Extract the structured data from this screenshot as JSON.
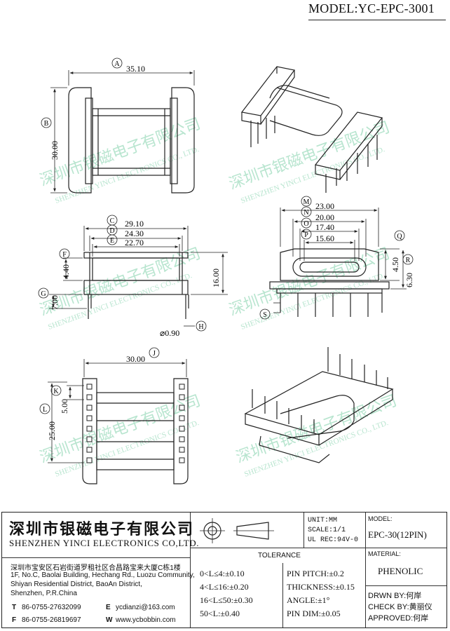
{
  "model_header": "MODEL:YC-EPC-3001",
  "watermark": {
    "cn": "深圳市银磁电子有限公司",
    "en": "SHENZHEN YINCI ELECTRONICS CO., LTD."
  },
  "dimensions": {
    "A": {
      "tag": "A",
      "value": "35.10"
    },
    "B": {
      "tag": "B",
      "value": "30.00"
    },
    "C": {
      "tag": "C",
      "value": "29.10"
    },
    "D": {
      "tag": "D",
      "value": "24.30"
    },
    "E": {
      "tag": "E",
      "value": "22.70"
    },
    "F": {
      "tag": "F",
      "value": "4.40"
    },
    "G": {
      "tag": "G",
      "value": "7.00"
    },
    "H": {
      "tag": "H",
      "value": "⌀0.90"
    },
    "J": {
      "tag": "J",
      "value": "30.00"
    },
    "K": {
      "tag": "K",
      "value": "5.00"
    },
    "L": {
      "tag": "L",
      "value": "25.00"
    },
    "M": {
      "tag": "M",
      "value": "23.00"
    },
    "N": {
      "tag": "N",
      "value": "20.00"
    },
    "O": {
      "tag": "O",
      "value": "17.40"
    },
    "P": {
      "tag": "P",
      "value": "15.60"
    },
    "Q": {
      "tag": "Q",
      "value": "4.50"
    },
    "R": {
      "tag": "R",
      "value": "6.30"
    },
    "S": {
      "tag": "S",
      "value": ""
    },
    "height": {
      "value": "16.00"
    }
  },
  "title_block": {
    "company_cn": "深圳市银磁电子有限公司",
    "company_en": "SHENZHEN YINCI ELECTRONICS CO,LTD.",
    "address_cn": "深圳市宝安区石岩街道罗租社区合昌路宝来大厦C栋1楼",
    "address_en_1": "1F, No.C, Baolai Building, Hechang Rd., Luozu Community,",
    "address_en_2": "Shiyan Residential District, BaoAn District,",
    "address_en_3": "Shenzhen, P.R.China",
    "tel_label": "T",
    "tel": "86-0755-27632099",
    "fax_label": "F",
    "fax": "86-0755-26819697",
    "email_label": "E",
    "email": "ycdianzi@163.com",
    "web_label": "W",
    "web": "www.ycbobbin.com",
    "unit": "UNIT:MM",
    "scale": "SCALE:1/1",
    "ul_rec": "UL REC:94V-0",
    "tolerance_title": "TOLERANCE",
    "tol_1": "0<L≤4:±0.10",
    "tol_2": "4<L≤16:±0.20",
    "tol_3": "16<L≤50:±0.30",
    "tol_4": "50<L:±0.40",
    "pin_pitch": "PIN PITCH:±0.2",
    "thickness": "THICKNESS:±0.15",
    "angle": "ANGLE:±1°",
    "pin_dim": "PIN DIM:±0.05",
    "model_label": "MODEL:",
    "model_value": "EPC-30(12PIN)",
    "material_label": "MATERIAL:",
    "material_value": "PHENOLIC",
    "drawn_by": "DRWN BY:何岸",
    "check_by": "CHECK BY:黄丽仪",
    "approved": "APPROVED:何岸"
  }
}
